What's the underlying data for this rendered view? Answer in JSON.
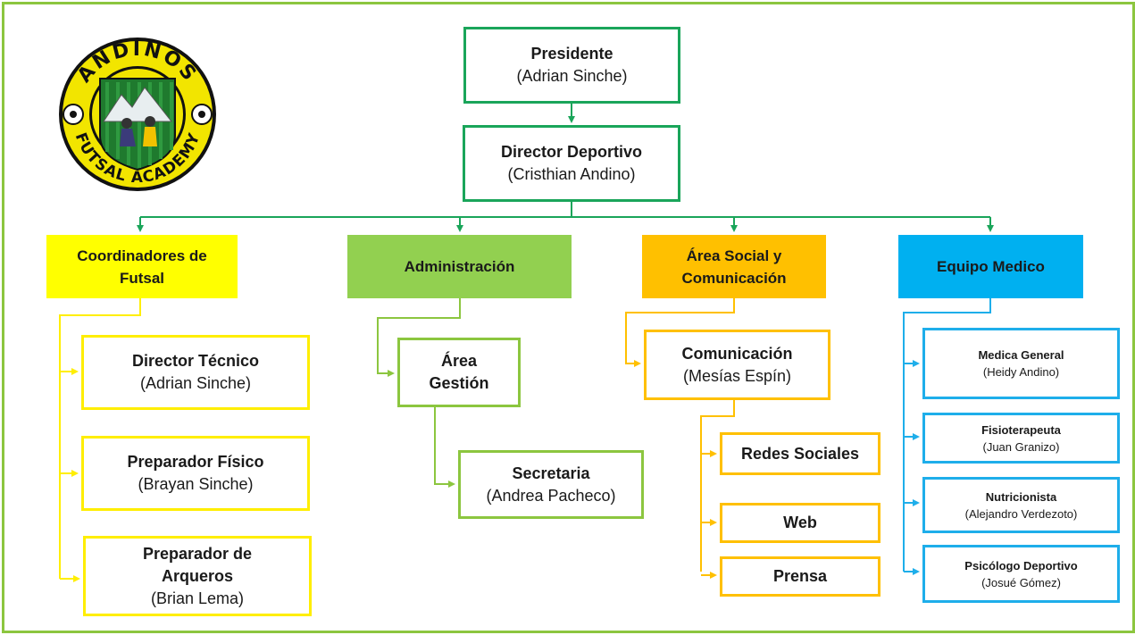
{
  "logo": {
    "top_text": "ANDINOS",
    "bottom_text": "FUTSAL ACADEMY"
  },
  "president": {
    "title": "Presidente",
    "person": "(Adrian Sinche)"
  },
  "director": {
    "title": "Director Deportivo",
    "person": "(Cristhian Andino)"
  },
  "coordinadores": {
    "title": "Coordinadores de Futsal",
    "items": [
      {
        "title": "Director Técnico",
        "person": "(Adrian Sinche)"
      },
      {
        "title": "Preparador Físico",
        "person": "(Brayan Sinche)"
      },
      {
        "title": "Preparador de Arqueros",
        "person": "(Brian Lema)"
      }
    ]
  },
  "administracion": {
    "title": "Administración",
    "gestion": {
      "title": "Área Gestión"
    },
    "secretaria": {
      "title": "Secretaria",
      "person": "(Andrea Pacheco)"
    }
  },
  "social": {
    "title": "Área Social y Comunicación",
    "comunicacion": {
      "title": "Comunicación",
      "person": "(Mesías Espín)"
    },
    "items": [
      {
        "title": "Redes Sociales"
      },
      {
        "title": "Web"
      },
      {
        "title": "Prensa"
      }
    ]
  },
  "medico": {
    "title": "Equipo Medico",
    "items": [
      {
        "title": "Medica General",
        "person": "(Heidy Andino)"
      },
      {
        "title": "Fisioterapeuta",
        "person": "(Juan Granizo)"
      },
      {
        "title": "Nutricionista",
        "person": "(Alejandro Verdezoto)"
      },
      {
        "title": "Psicólogo Deportivo",
        "person": "(Josué Gómez)"
      }
    ]
  },
  "colors": {
    "frame": "#8cc63f",
    "president": "#1aa55a",
    "coordinadores": "#ffff00",
    "administracion": "#92d050",
    "social": "#ffc000",
    "medico": "#00b0f0"
  }
}
